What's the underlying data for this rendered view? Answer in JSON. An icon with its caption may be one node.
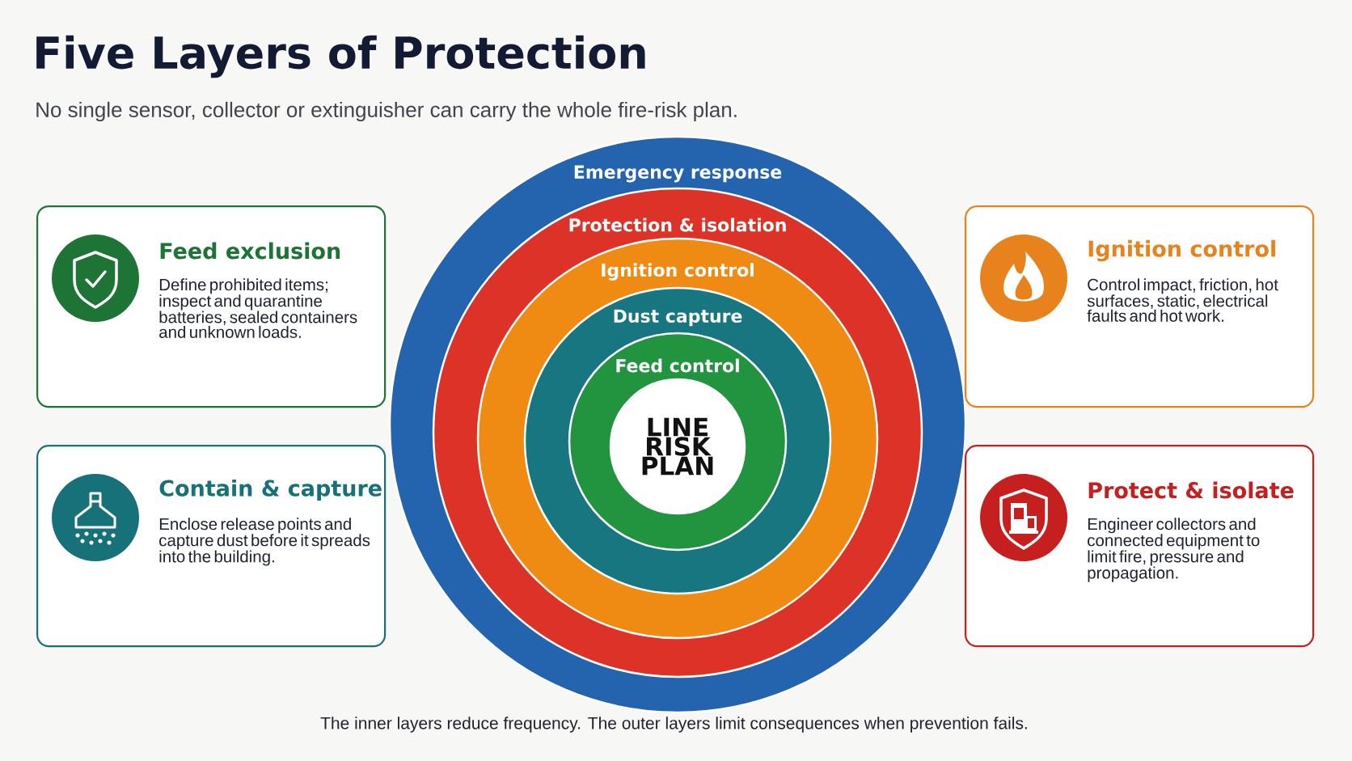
{
  "diagram": {
    "title": "Five Layers of Protection",
    "caption": "The inner layers reduce frequency. The outer layers limit consequences when prevention fails.",
    "nodes": [
      {
        "text": [
          "Emergency response"
        ]
      },
      {
        "text": [
          "Protection & isolation"
        ],
        "in": 0
      },
      {
        "text": [
          "Ignition control"
        ],
        "in": 1
      },
      {
        "text": [
          "Dust capture"
        ],
        "in": 2
      },
      {
        "text": [
          "Feed control"
        ],
        "in": 3
      },
      {
        "text": [
          "LINE RISK PLAN"
        ],
        "in": 4
      },
      {
        "text": [
          "Feed exclusion",
          "Define prohibited items; inspect and quarantine batteries, sealed containers and unknown loads."
        ]
      },
      {
        "text": [
          "Contain & capture",
          "Enclose release points and capture dust before it spreads into the building."
        ]
      },
      {
        "text": [
          "Ignition control",
          "Control impact, friction, hot surfaces, static, electrical faults and hot work."
        ]
      },
      {
        "text": [
          "Protect & isolate",
          "Engineer collectors and connected equipment to limit fire, pressure and propagation."
        ]
      }
    ],
    "labels": [
      "No single sensor, collector or extinguisher can carry the whole fire-risk plan."
    ]
  }
}
